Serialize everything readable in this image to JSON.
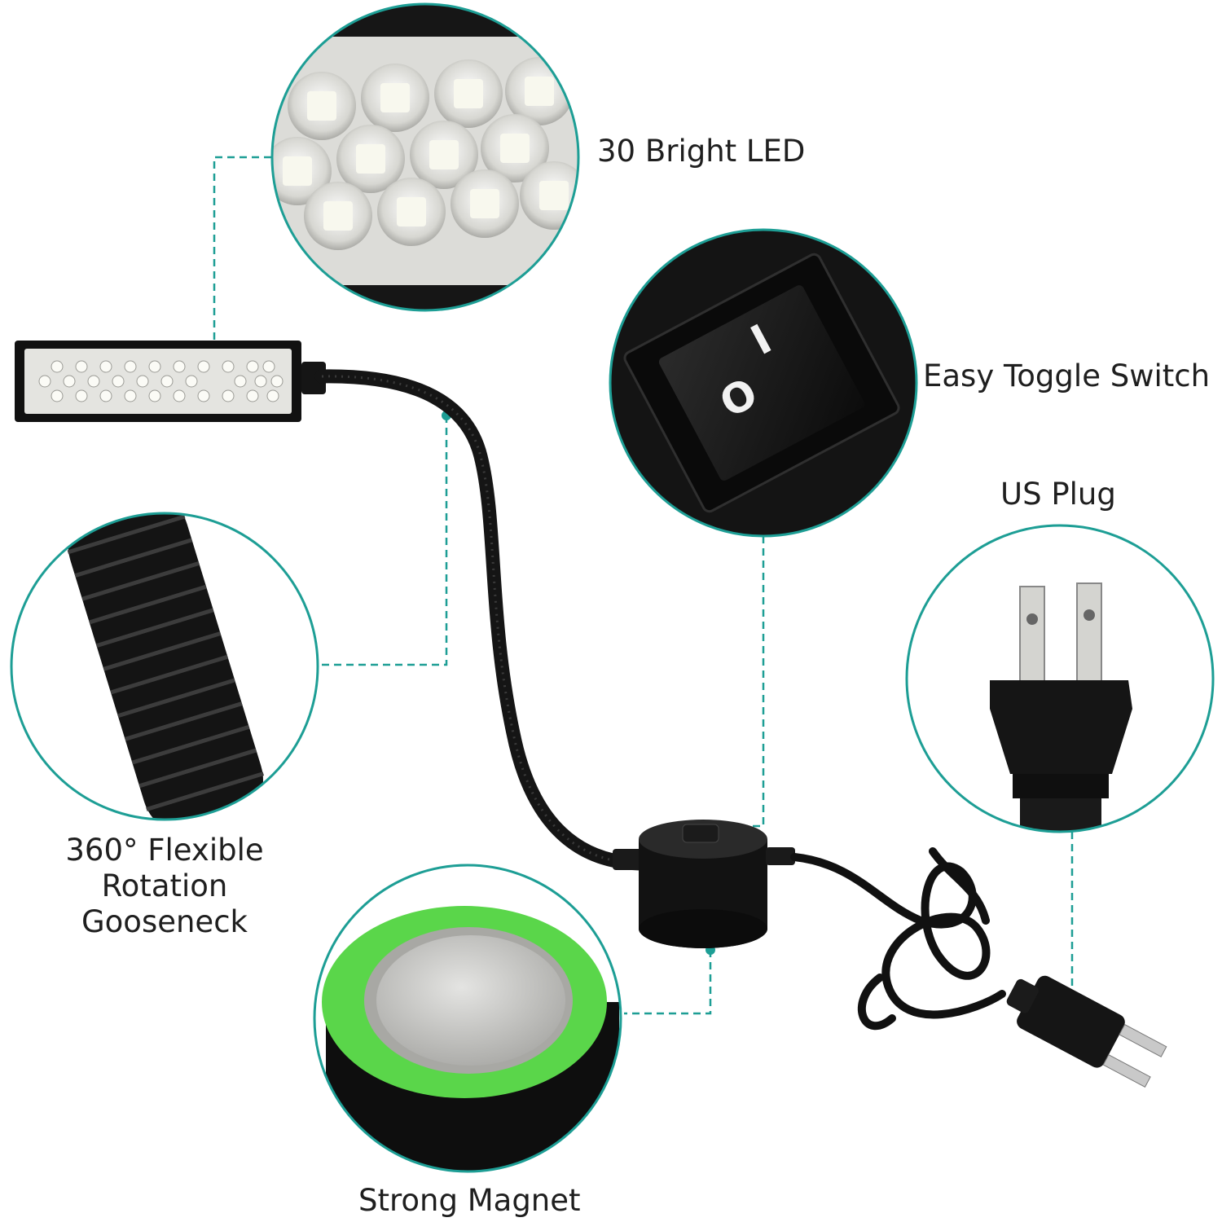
{
  "labels": {
    "bright_led": "30 Bright LED",
    "toggle_switch": "Easy Toggle Switch",
    "us_plug": "US Plug",
    "gooseneck_line1": "360° Flexible Rotation",
    "gooseneck_line2": "Gooseneck",
    "magnet": "Strong Magnet"
  },
  "switch_symbols": {
    "off": "O",
    "on": "I"
  },
  "colors": {
    "accent_teal": "#1d9e95",
    "product_black": "#151515",
    "magnet_green": "#5ad64a",
    "led_white": "#f4f4ee",
    "background": "#ffffff"
  }
}
